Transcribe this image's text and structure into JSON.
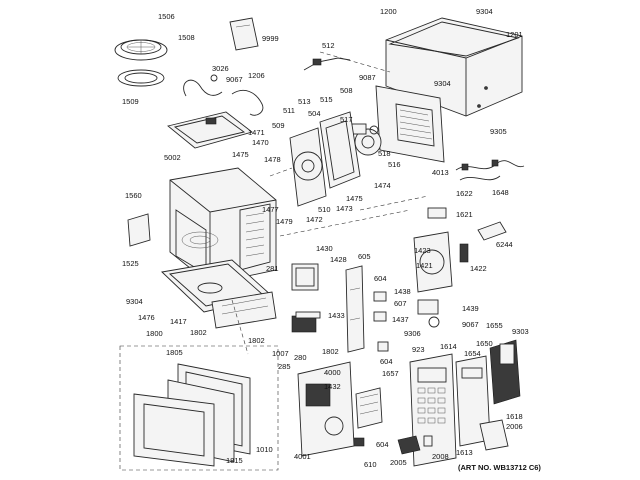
{
  "labels": [
    {
      "id": "p1506",
      "text": "1506"
    },
    {
      "id": "p1508",
      "text": "1508"
    },
    {
      "id": "p1509",
      "text": "1509"
    },
    {
      "id": "p9999",
      "text": "9999"
    },
    {
      "id": "p3026",
      "text": "3026"
    },
    {
      "id": "p9067a",
      "text": "9067"
    },
    {
      "id": "p1206",
      "text": "1206"
    },
    {
      "id": "p5002",
      "text": "5002"
    },
    {
      "id": "p512",
      "text": "512"
    },
    {
      "id": "p1200",
      "text": "1200"
    },
    {
      "id": "p9304a",
      "text": "9304"
    },
    {
      "id": "p1201",
      "text": "1201"
    },
    {
      "id": "p9087",
      "text": "9087"
    },
    {
      "id": "p508",
      "text": "508"
    },
    {
      "id": "p9304b",
      "text": "9304"
    },
    {
      "id": "p9305",
      "text": "9305"
    },
    {
      "id": "p511",
      "text": "511"
    },
    {
      "id": "p513",
      "text": "513"
    },
    {
      "id": "p515",
      "text": "515"
    },
    {
      "id": "p504",
      "text": "504"
    },
    {
      "id": "p517",
      "text": "517"
    },
    {
      "id": "p509",
      "text": "509"
    },
    {
      "id": "p1471",
      "text": "1471"
    },
    {
      "id": "p1470",
      "text": "1470"
    },
    {
      "id": "p1475a",
      "text": "1475"
    },
    {
      "id": "p1478",
      "text": "1478"
    },
    {
      "id": "p518",
      "text": "518"
    },
    {
      "id": "p516",
      "text": "516"
    },
    {
      "id": "p4013",
      "text": "4013"
    },
    {
      "id": "p1474",
      "text": "1474"
    },
    {
      "id": "p1475b",
      "text": "1475"
    },
    {
      "id": "p1648",
      "text": "1648"
    },
    {
      "id": "p1622",
      "text": "1622"
    },
    {
      "id": "p1560",
      "text": "1560"
    },
    {
      "id": "p1477",
      "text": "1477"
    },
    {
      "id": "p1479",
      "text": "1479"
    },
    {
      "id": "p1472",
      "text": "1472"
    },
    {
      "id": "p510",
      "text": "510"
    },
    {
      "id": "p1473",
      "text": "1473"
    },
    {
      "id": "p1621",
      "text": "1621"
    },
    {
      "id": "p6244",
      "text": "6244"
    },
    {
      "id": "p1430",
      "text": "1430"
    },
    {
      "id": "p1428",
      "text": "1428"
    },
    {
      "id": "p605",
      "text": "605"
    },
    {
      "id": "p1423",
      "text": "1423"
    },
    {
      "id": "p1421",
      "text": "1421"
    },
    {
      "id": "p1422",
      "text": "1422"
    },
    {
      "id": "p1525",
      "text": "1525"
    },
    {
      "id": "p281",
      "text": "281"
    },
    {
      "id": "p604a",
      "text": "604"
    },
    {
      "id": "p1438",
      "text": "1438"
    },
    {
      "id": "p607",
      "text": "607"
    },
    {
      "id": "p1439",
      "text": "1439"
    },
    {
      "id": "p9304c",
      "text": "9304"
    },
    {
      "id": "p1476",
      "text": "1476"
    },
    {
      "id": "p1417",
      "text": "1417"
    },
    {
      "id": "p1802a",
      "text": "1802"
    },
    {
      "id": "p1433",
      "text": "1433"
    },
    {
      "id": "p1437",
      "text": "1437"
    },
    {
      "id": "p9067b",
      "text": "9067"
    },
    {
      "id": "p1655",
      "text": "1655"
    },
    {
      "id": "p9303",
      "text": "9303"
    },
    {
      "id": "p1800",
      "text": "1800"
    },
    {
      "id": "p9306",
      "text": "9306"
    },
    {
      "id": "p1802b",
      "text": "1802"
    },
    {
      "id": "p1805",
      "text": "1805"
    },
    {
      "id": "p1007",
      "text": "1007"
    },
    {
      "id": "p280",
      "text": "280"
    },
    {
      "id": "p1802c",
      "text": "1802"
    },
    {
      "id": "p604b",
      "text": "604"
    },
    {
      "id": "p923",
      "text": "923"
    },
    {
      "id": "p1614",
      "text": "1614"
    },
    {
      "id": "p1650",
      "text": "1650"
    },
    {
      "id": "p285",
      "text": "285"
    },
    {
      "id": "p4000",
      "text": "4000"
    },
    {
      "id": "p1654",
      "text": "1654"
    },
    {
      "id": "p1657",
      "text": "1657"
    },
    {
      "id": "p1432",
      "text": "1432"
    },
    {
      "id": "p1618",
      "text": "1618"
    },
    {
      "id": "p2006",
      "text": "2006"
    },
    {
      "id": "p1815",
      "text": "1815"
    },
    {
      "id": "p1010",
      "text": "1010"
    },
    {
      "id": "p4001",
      "text": "4001"
    },
    {
      "id": "p604c",
      "text": "604"
    },
    {
      "id": "p2005",
      "text": "2005"
    },
    {
      "id": "p2008",
      "text": "2008"
    },
    {
      "id": "p1613",
      "text": "1613"
    },
    {
      "id": "p610",
      "text": "610"
    }
  ],
  "footer": {
    "art_no": "(ART NO. WB13712 C6)"
  }
}
